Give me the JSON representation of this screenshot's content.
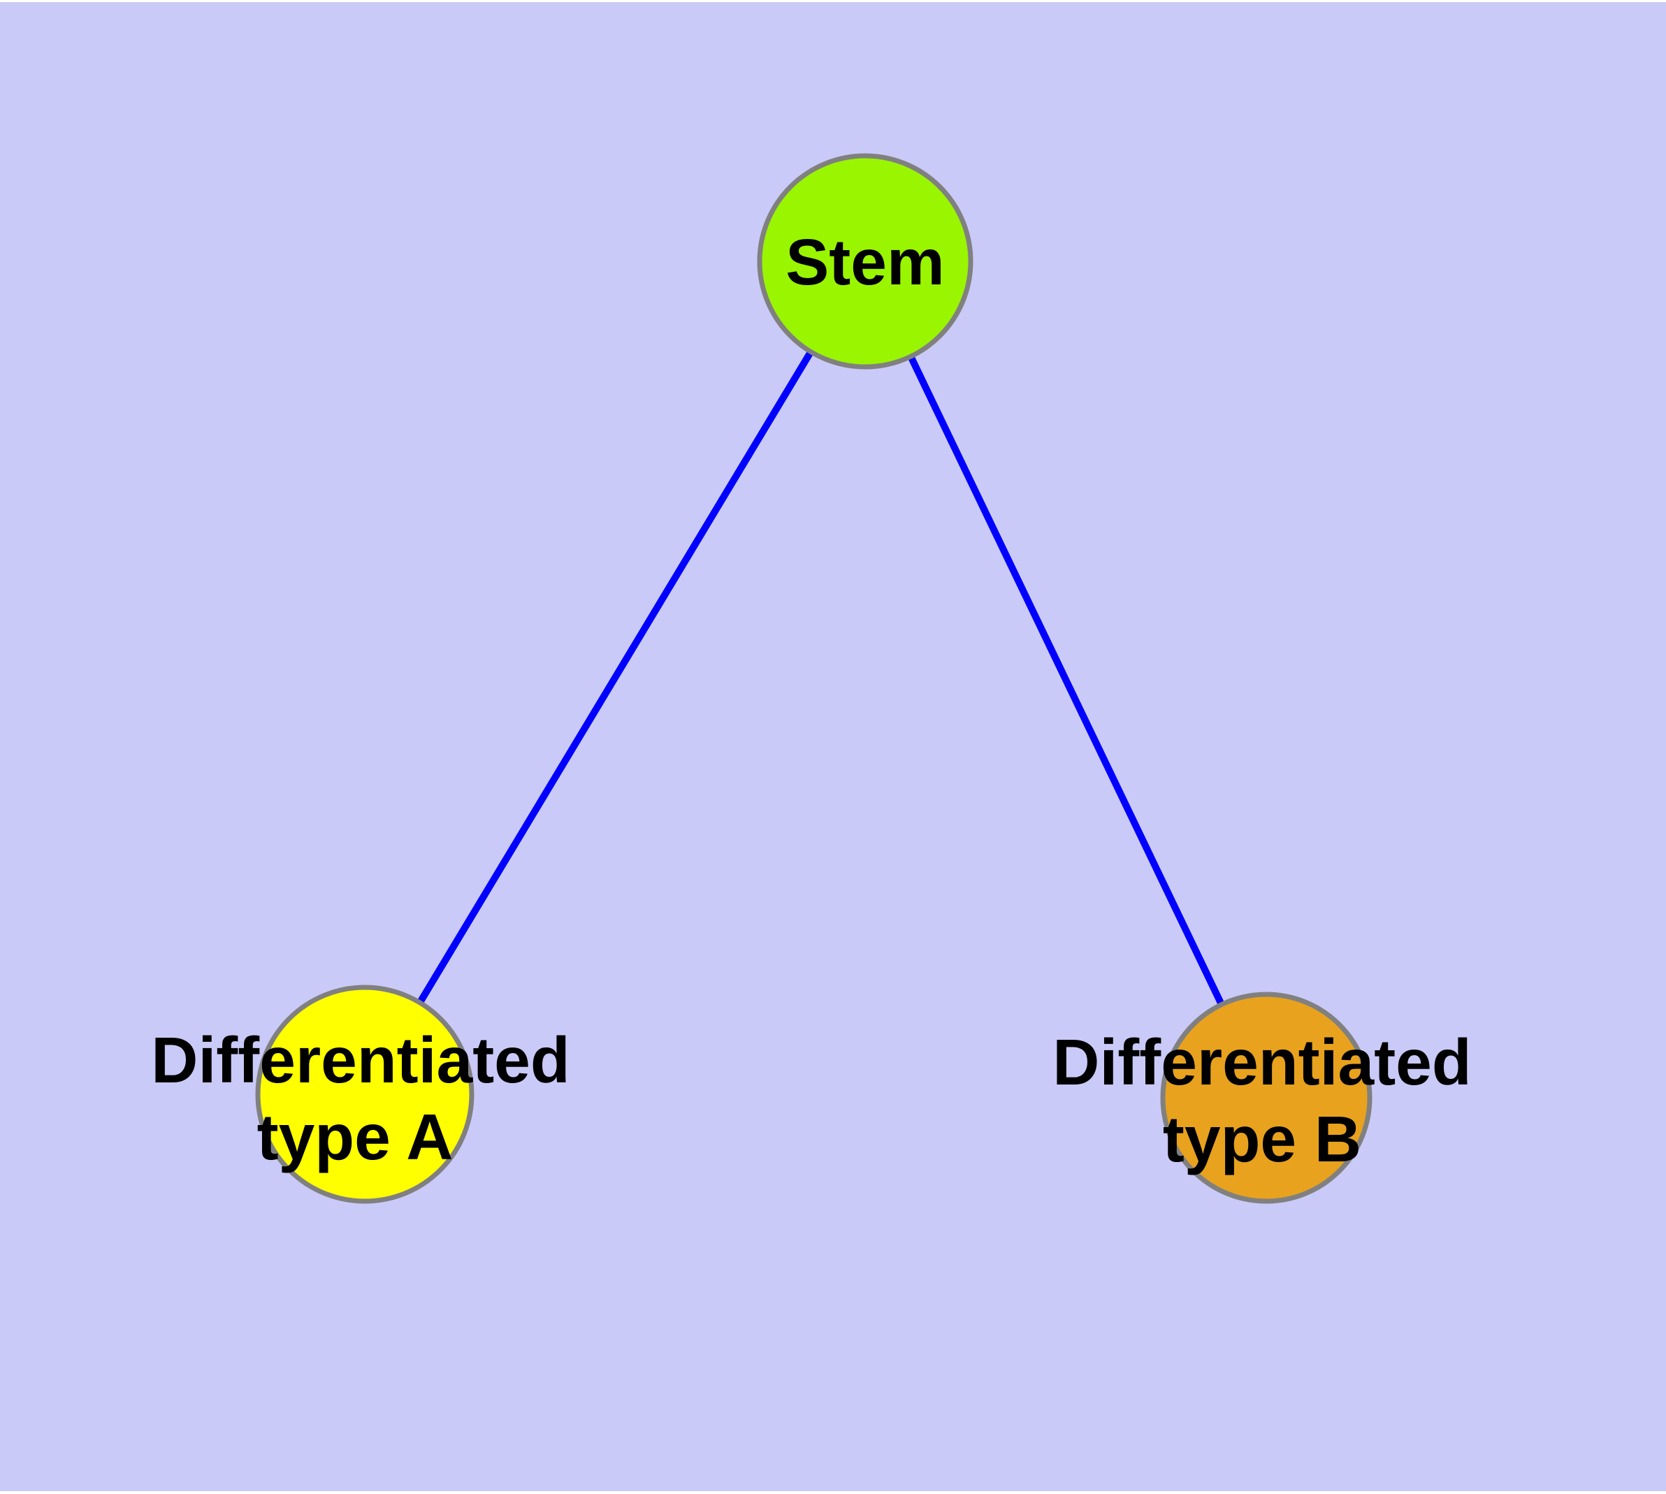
{
  "diagram": {
    "background_color": "#cacaf8",
    "edge_color": "#0000ff",
    "node_border_color": "#808080",
    "label_color": "#000000",
    "nodes": {
      "stem": {
        "label": "Stem",
        "fill": "#9af500"
      },
      "type_a": {
        "label_line1": "Differentiated",
        "label_line2": "type A",
        "fill": "#ffff00"
      },
      "type_b": {
        "label_line1": "Differentiated",
        "label_line2": "type B",
        "fill": "#e8a21d"
      }
    },
    "edges": [
      {
        "from": "Stem",
        "to": "Differentiated type A"
      },
      {
        "from": "Stem",
        "to": "Differentiated type B"
      }
    ]
  }
}
